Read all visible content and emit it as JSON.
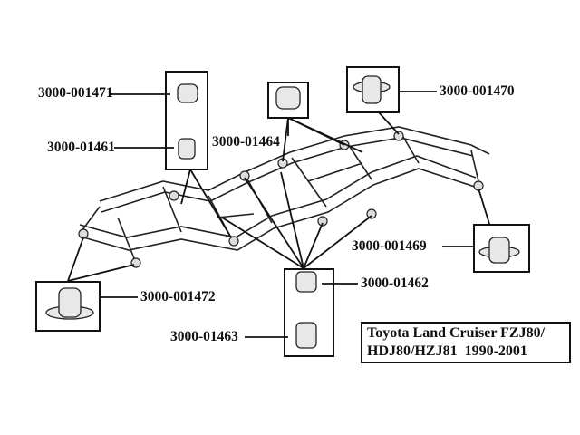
{
  "parts": [
    {
      "id": "p1",
      "number": "3000-001471"
    },
    {
      "id": "p2",
      "number": "3000-01461"
    },
    {
      "id": "p3",
      "number": "3000-01464"
    },
    {
      "id": "p4",
      "number": "3000-001470"
    },
    {
      "id": "p5",
      "number": "3000-001469"
    },
    {
      "id": "p6",
      "number": "3000-01462"
    },
    {
      "id": "p7",
      "number": "3000-001472"
    },
    {
      "id": "p8",
      "number": "3000-01463"
    }
  ],
  "caption": {
    "line1": "Toyota Land Cruiser FZJ80/",
    "line2": "HDJ80/HZJ81  1990-2001"
  }
}
